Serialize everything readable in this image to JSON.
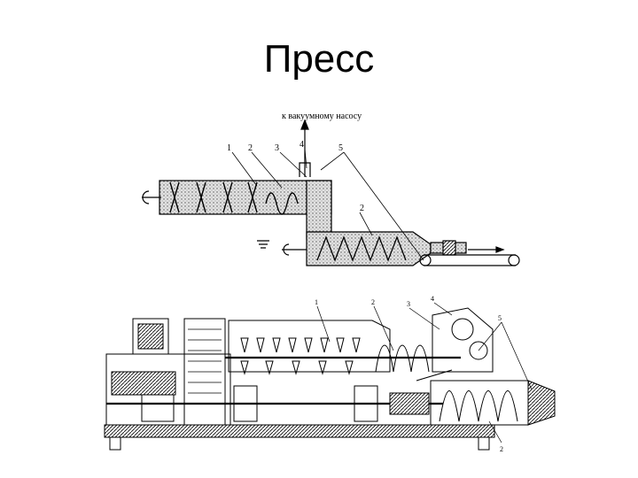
{
  "slide": {
    "title": "Пресс"
  },
  "schematic": {
    "vacuum_label": "к вакуумному насосу",
    "labels": [
      "1",
      "2",
      "3",
      "4",
      "5",
      "2"
    ]
  },
  "drawing": {
    "labels": [
      "1",
      "2",
      "3",
      "4",
      "5",
      "2"
    ]
  },
  "colors": {
    "line": "#000000",
    "fill": "#d6d6d6",
    "background": "#ffffff"
  }
}
